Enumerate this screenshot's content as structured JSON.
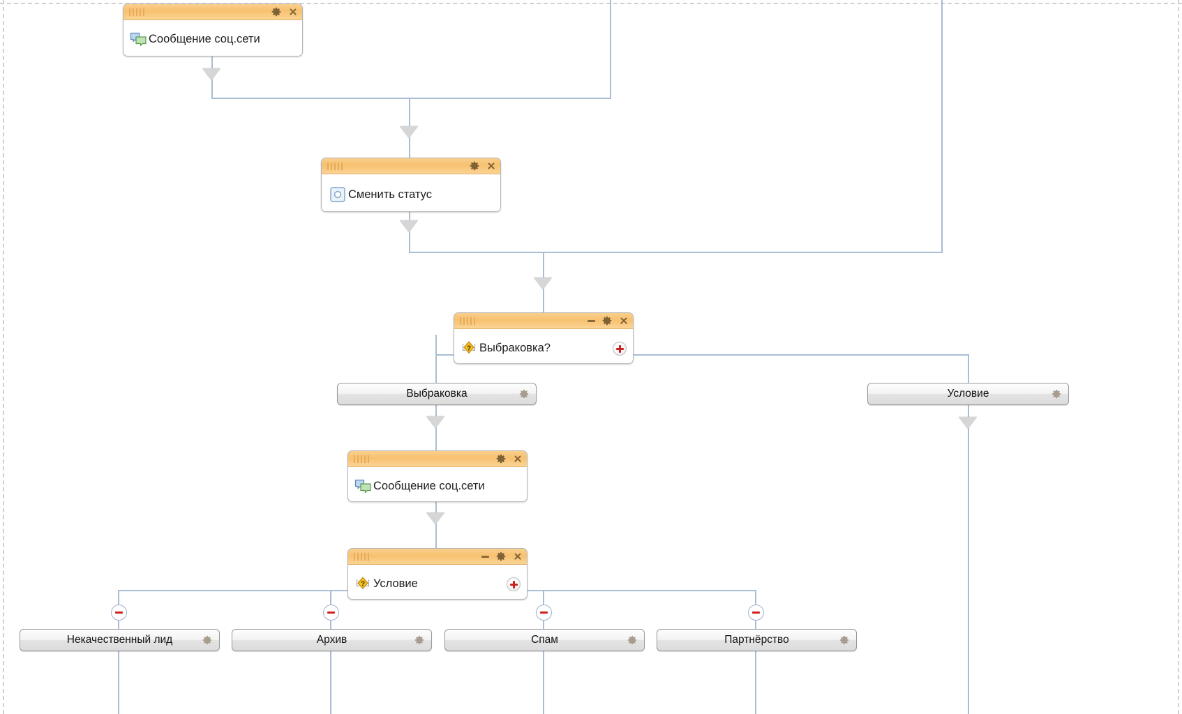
{
  "canvas": {
    "background": "#ffffff",
    "connector_color": "#a9bdd4",
    "header_color": "#f7c170",
    "accent_red": "#cf2020"
  },
  "nodes": [
    {
      "id": "msg-top",
      "label": "Сообщение соц.сети",
      "icon": "social-message-icon",
      "header_buttons": [
        "gear-icon",
        "close-icon"
      ],
      "has_plus": false
    },
    {
      "id": "change-status",
      "label": "Сменить статус",
      "icon": "status-change-icon",
      "header_buttons": [
        "gear-icon",
        "close-icon"
      ],
      "has_plus": false
    },
    {
      "id": "vybrakovka-q",
      "label": "Выбраковка?",
      "icon": "condition-question-icon",
      "header_buttons": [
        "minimize-icon",
        "gear-icon",
        "close-icon"
      ],
      "has_plus": true
    },
    {
      "id": "msg-mid",
      "label": "Сообщение соц.сети",
      "icon": "social-message-icon",
      "header_buttons": [
        "gear-icon",
        "close-icon"
      ],
      "has_plus": false
    },
    {
      "id": "uslovie-q",
      "label": "Условие",
      "icon": "condition-question-icon",
      "header_buttons": [
        "minimize-icon",
        "gear-icon",
        "close-icon"
      ],
      "has_plus": true
    }
  ],
  "branch_pills": [
    {
      "id": "pill-vybrakovka",
      "label": "Выбраковка",
      "gear": "gear-icon"
    },
    {
      "id": "pill-uslovie",
      "label": "Условие",
      "gear": "gear-icon"
    }
  ],
  "outcome_buttons": [
    {
      "id": "outcome-nekachestvennyy-lid",
      "label": "Некачественный лид",
      "gear": "gear-icon"
    },
    {
      "id": "outcome-arhiv",
      "label": "Архив",
      "gear": "gear-icon"
    },
    {
      "id": "outcome-spam",
      "label": "Спам",
      "gear": "gear-icon"
    },
    {
      "id": "outcome-partnerstvo",
      "label": "Партнёрство",
      "gear": "gear-icon"
    }
  ]
}
